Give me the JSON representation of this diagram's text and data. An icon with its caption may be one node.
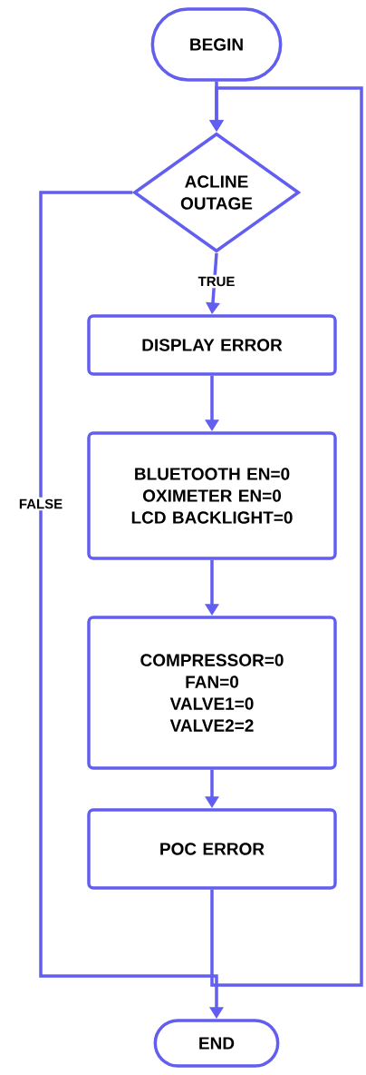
{
  "diagram": {
    "nodes": [
      {
        "text": [
          "BEGIN"
        ]
      },
      {
        "text": [
          "ACLINE OUTAGE"
        ]
      },
      {
        "text": [
          "DISPLAY ERROR"
        ]
      },
      {
        "text": [
          "BLUETOOTH EN=0",
          "OXIMETER EN=0",
          "LCD BACKLIGHT=0"
        ]
      },
      {
        "text": [
          "COMPRESSOR=0",
          "FAN=0",
          "VALVE1=0",
          "VALVE2=2"
        ]
      },
      {
        "text": [
          "POC ERROR"
        ]
      },
      {
        "text": [
          "END"
        ]
      }
    ],
    "edges": [
      {
        "from": 0,
        "to": 1,
        "arrow": "to"
      },
      {
        "from": 1,
        "to": 2,
        "arrow": "to",
        "label": "TRUE"
      },
      {
        "from": 2,
        "to": 3,
        "arrow": "to"
      },
      {
        "from": 3,
        "to": 4,
        "arrow": "to"
      },
      {
        "from": 4,
        "to": 5,
        "arrow": "to"
      },
      {
        "from": 5,
        "to": 1,
        "arrow": "to"
      },
      {
        "from": 1,
        "to": 6,
        "arrow": "to",
        "label": "FALSE"
      }
    ]
  }
}
